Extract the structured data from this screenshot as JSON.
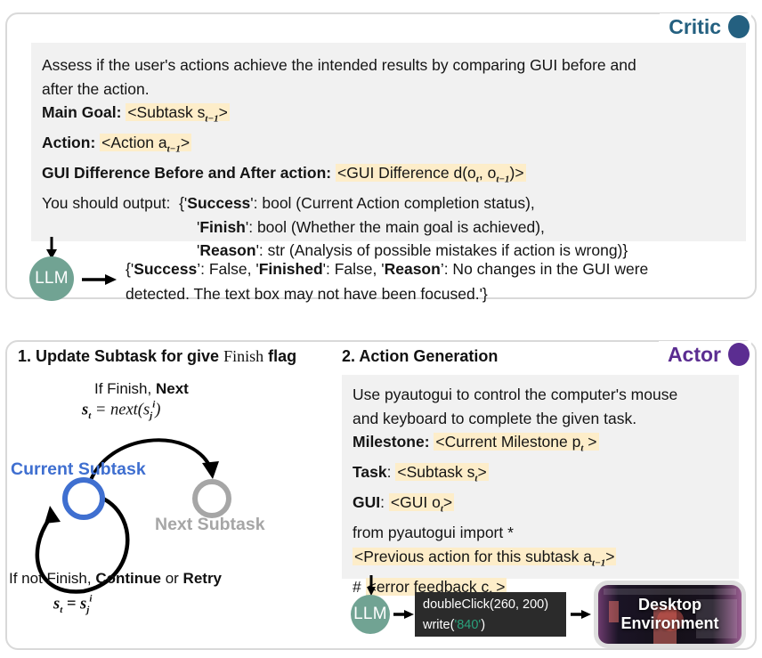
{
  "critic": {
    "badge_label": "Critic",
    "badge_color": "#246080",
    "prompt": {
      "line1": "Assess if the user's actions achieve the intended results by comparing GUI before and",
      "line2": "after the action.",
      "main_goal_label": "Main Goal:",
      "main_goal_value": "<Subtask s",
      "main_goal_sub": "t−1",
      "main_goal_close": ">",
      "action_label": "Action:",
      "action_value": "<Action a",
      "action_sub": "t−1",
      "action_close": ">",
      "gui_diff_label": "GUI Difference Before and After action:",
      "gui_diff_value_a": "<GUI Difference d(o",
      "gui_diff_sub1": "t",
      "gui_diff_value_b": ", o",
      "gui_diff_sub2": "t−1",
      "gui_diff_close": ")>",
      "output_intro": "You should output:",
      "out1_open": "{'",
      "out1_key": "Success",
      "out1_rest": "': bool (Current Action completion status),",
      "out2_open": "'",
      "out2_key": "Finish",
      "out2_rest": "': bool (Whether the main goal is achieved),",
      "out3_open": "'",
      "out3_key": "Reason",
      "out3_rest": "': str (Analysis of possible mistakes if action is wrong)}"
    },
    "llm_label": "LLM",
    "output": {
      "open": "{'",
      "k1": "Success",
      "v1": "’: False, '",
      "k2": "Finished",
      "v2": "': False,  '",
      "k3": "Reason",
      "v3": "’: No changes in the GUI were",
      "line2": "detected. The text box may not have been focused.'}"
    }
  },
  "actor": {
    "badge_label": "Actor",
    "badge_color": "#5b2d91",
    "section1_title_a": "1. Update Subtask for give ",
    "section1_title_finish": "Finish",
    "section1_title_b": " flag",
    "section2_title": "2. Action Generation",
    "diagram": {
      "if_finish": "If Finish, ",
      "if_finish_bold": "Next",
      "eq_next_lhs": "s",
      "eq_next_sub": "t",
      "eq_next_rhs": " = next(s",
      "eq_next_sub2": "j",
      "eq_next_sup2": "i",
      "eq_next_close": ")",
      "current_subtask": "Current Subtask",
      "next_subtask": "Next Subtask",
      "if_not_finish": "If not Finish, ",
      "if_not_finish_b1": "Continue",
      "if_not_finish_mid": " or ",
      "if_not_finish_b2": "Retry",
      "eq_retry_lhs": "s",
      "eq_retry_sub": "t",
      "eq_retry_eq": " = s",
      "eq_retry_sub2": "j",
      "eq_retry_sup2": "i",
      "current_color": "#3f6fd0",
      "next_color": "#a6a6a6"
    },
    "prompt": {
      "line1": "Use pyautogui to control the computer's mouse",
      "line2": "and keyboard to complete the given task.",
      "milestone_label": "Milestone:",
      "milestone_value": "<Current Milestone p",
      "milestone_sub": "t",
      "milestone_close": " >",
      "task_label": "Task",
      "task_colon": ":",
      "task_value": "<Subtask s",
      "task_sub": "t",
      "task_close": ">",
      "gui_label": "GUI",
      "gui_colon": ":",
      "gui_value": "<GUI o",
      "gui_sub": "t",
      "gui_close": ">",
      "import_line": "from pyautogui import *",
      "prev_action_value": "<Previous action for this subtask a",
      "prev_action_sub": "t−1",
      "prev_action_close": ">",
      "comment_hash": "# ",
      "error_feedback_value": "<error feedback c",
      "error_feedback_sub": "t",
      "error_feedback_close": " >"
    },
    "llm_label": "LLM",
    "code": {
      "line1": "doubleClick(260, 200)",
      "line2_a": "write(",
      "line2_str": "'840'",
      "line2_b": ")",
      "string_color": "#2aa27c"
    },
    "desktop": {
      "label_line1": "Desktop",
      "label_line2": "Environment"
    }
  },
  "theme": {
    "highlight": "#fdedc9",
    "prompt_bg": "#f1f1f1",
    "llm_green": "#71a393",
    "code_bg": "#2b2b2b"
  }
}
